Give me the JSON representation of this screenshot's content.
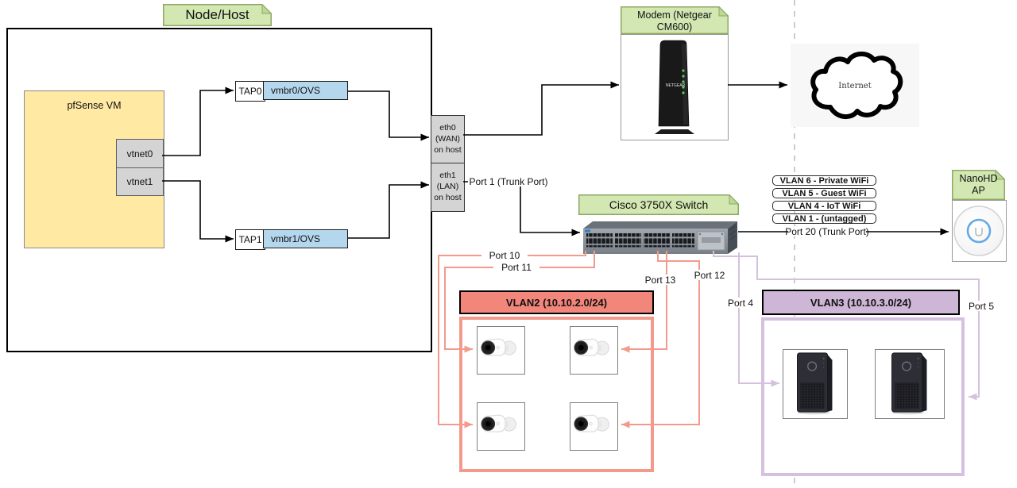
{
  "colors": {
    "tab-fill": "#d2e7b2",
    "tab-stroke": "#8ea963",
    "tab-fold": "#bcd796",
    "yellow-fill": "#ffe9a3",
    "gray-fill": "#d4d4d4",
    "blue-fill": "#b5d7ee",
    "salmon": "#f2867a",
    "salmon-line": "#f49a8c",
    "purple-fill": "#cdb6d6",
    "purple-line": "#d5c0df",
    "dash": "#cccccc"
  },
  "node_host": {
    "title": "Node/Host",
    "pfsense_label": "pfSense VM",
    "vtnet0": "vtnet0",
    "vtnet1": "vtnet1",
    "tap0": "TAP0",
    "vmbr0": "vmbr0/OVS",
    "tap1": "TAP1",
    "vmbr1": "vmbr1/OVS",
    "eth0": "eth0 (WAN) on host",
    "eth1": "eth1 (LAN) on host"
  },
  "modem": {
    "title": "Modem (Netgear CM600)",
    "brand": "NETGEAR"
  },
  "internet": {
    "label": "Internet"
  },
  "switch": {
    "title": "Cisco 3750X Switch"
  },
  "ap": {
    "title": "NanoHD AP"
  },
  "vlan_tags": [
    "VLAN 6 - Private WiFi",
    "VLAN 5 - Guest WiFi",
    "VLAN 4 - IoT WiFi",
    "VLAN 1 - (untagged)"
  ],
  "ports": {
    "p1": "Port 1 (Trunk Port)",
    "p20": "Port 20 (Trunk Port)",
    "p10": "Port 10",
    "p11": "Port 11",
    "p12": "Port 12",
    "p13": "Port 13",
    "p4": "Port 4",
    "p5": "Port 5"
  },
  "vlan2": {
    "title": "VLAN2 (10.10.2.0/24)"
  },
  "vlan3": {
    "title": "VLAN3 (10.10.3.0/24)"
  }
}
